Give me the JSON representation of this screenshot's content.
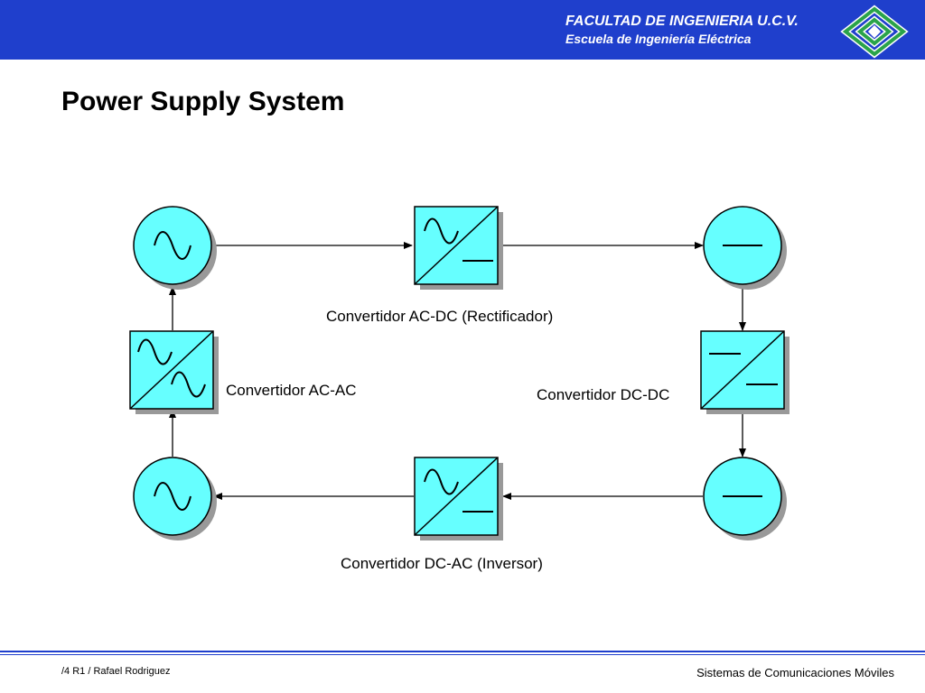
{
  "header": {
    "line1": "FACULTAD DE INGENIERIA U.C.V.",
    "line2": "Escuela de Ingeniería Eléctrica",
    "logo_icon": "ucv-engineering-logo-icon"
  },
  "title": "Power Supply System",
  "diagram": {
    "nodes": [
      {
        "id": "ac-source-top",
        "kind": "ac-source",
        "icon": "sine-wave-icon"
      },
      {
        "id": "rectifier",
        "kind": "ac-dc-converter",
        "icon": "ac-dc-converter-icon"
      },
      {
        "id": "dc-source-top",
        "kind": "dc-source",
        "icon": "dc-line-icon"
      },
      {
        "id": "ac-ac-converter",
        "kind": "ac-ac-converter",
        "icon": "ac-ac-converter-icon"
      },
      {
        "id": "dc-dc-converter",
        "kind": "dc-dc-converter",
        "icon": "dc-dc-converter-icon"
      },
      {
        "id": "ac-source-bottom",
        "kind": "ac-source",
        "icon": "sine-wave-icon"
      },
      {
        "id": "inverter",
        "kind": "dc-ac-converter",
        "icon": "dc-ac-converter-icon"
      },
      {
        "id": "dc-source-bottom",
        "kind": "dc-source",
        "icon": "dc-line-icon"
      }
    ],
    "edges": [
      {
        "from": "ac-source-top",
        "to": "rectifier"
      },
      {
        "from": "rectifier",
        "to": "dc-source-top"
      },
      {
        "from": "dc-source-top",
        "to": "dc-dc-converter"
      },
      {
        "from": "dc-dc-converter",
        "to": "dc-source-bottom"
      },
      {
        "from": "dc-source-bottom",
        "to": "inverter"
      },
      {
        "from": "inverter",
        "to": "ac-source-bottom"
      },
      {
        "from": "ac-source-bottom",
        "to": "ac-ac-converter"
      },
      {
        "from": "ac-ac-converter",
        "to": "ac-source-top"
      }
    ],
    "labels": {
      "rectifier": "Convertidor AC-DC (Rectificador)",
      "ac_ac": "Convertidor AC-AC",
      "dc_dc": "Convertidor DC-DC",
      "inverter": "Convertidor DC-AC (Inversor)"
    },
    "colors": {
      "fill": "#66ffff",
      "shadow": "#999999",
      "stroke": "#000000",
      "header": "#1f3fcc"
    }
  },
  "footer": {
    "left": "/4 R1 / Rafael Rodriguez",
    "right": "Sistemas de Comunicaciones Móviles"
  }
}
